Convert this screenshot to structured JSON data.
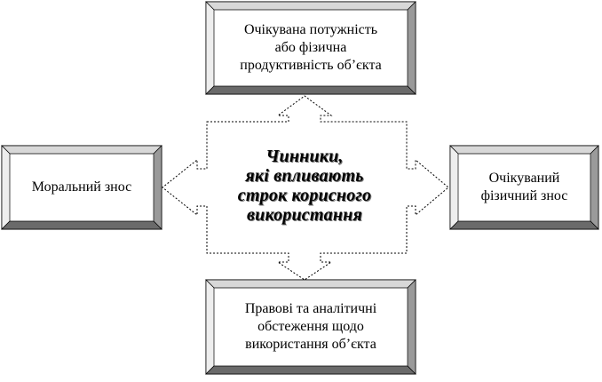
{
  "diagram": {
    "center": {
      "text": "Чинники,\nякі впливають\nстрок корисного\nвикористання"
    },
    "top": {
      "text": "Очікувана потужність\nабо фізична\nпродуктивність об’єкта"
    },
    "left": {
      "text": "Моральний знос"
    },
    "right": {
      "text": "Очікуваний\nфізичний знос"
    },
    "bottom": {
      "text": "Правові та аналітичні\nобстеження щодо\nвикористання об’єкта"
    }
  }
}
